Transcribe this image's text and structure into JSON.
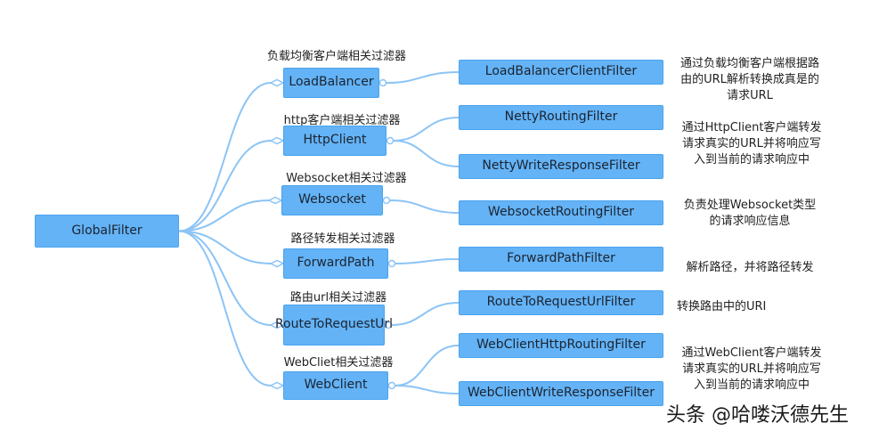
{
  "root": {
    "label": "GlobalFilter"
  },
  "groups": [
    {
      "caption": "负载均衡客户端相关过滤器",
      "label": "LoadBalancer",
      "filters": [
        "LoadBalancerClientFilter"
      ],
      "note": "通过负载均衡客户端根据路\n由的URL解析转换成真是的\n请求URL"
    },
    {
      "caption": "http客户端相关过滤器",
      "label": "HttpClient",
      "filters": [
        "NettyRoutingFilter",
        "NettyWriteResponseFilter"
      ],
      "note": "通过HttpClient客户端转发\n请求真实的URL并将响应写\n入到当前的请求响应中"
    },
    {
      "caption": "Websocket相关过滤器",
      "label": "Websocket",
      "filters": [
        "WebsocketRoutingFilter"
      ],
      "note": "负责处理Websocket类型\n的请求响应信息"
    },
    {
      "caption": "路径转发相关过滤器",
      "label": "ForwardPath",
      "filters": [
        "ForwardPathFilter"
      ],
      "note": "解析路径，并将路径转发"
    },
    {
      "caption": "路由url相关过滤器",
      "label": "RouteToRequestUrl",
      "filters": [
        "RouteToRequestUrlFilter"
      ],
      "note": "转换路由中的URI"
    },
    {
      "caption": "WebCliet相关过滤器",
      "label": "WebClient",
      "filters": [
        "WebClientHttpRoutingFilter",
        "WebClientWriteResponseFilter"
      ],
      "note": "通过WebClient客户端转发\n请求真实的URL并将响应写\n入到当前的请求响应中"
    }
  ],
  "watermark": "头条 @哈喽沃德先生",
  "colors": {
    "node_fill": "#63b3f6",
    "link": "#8cc4f5"
  }
}
